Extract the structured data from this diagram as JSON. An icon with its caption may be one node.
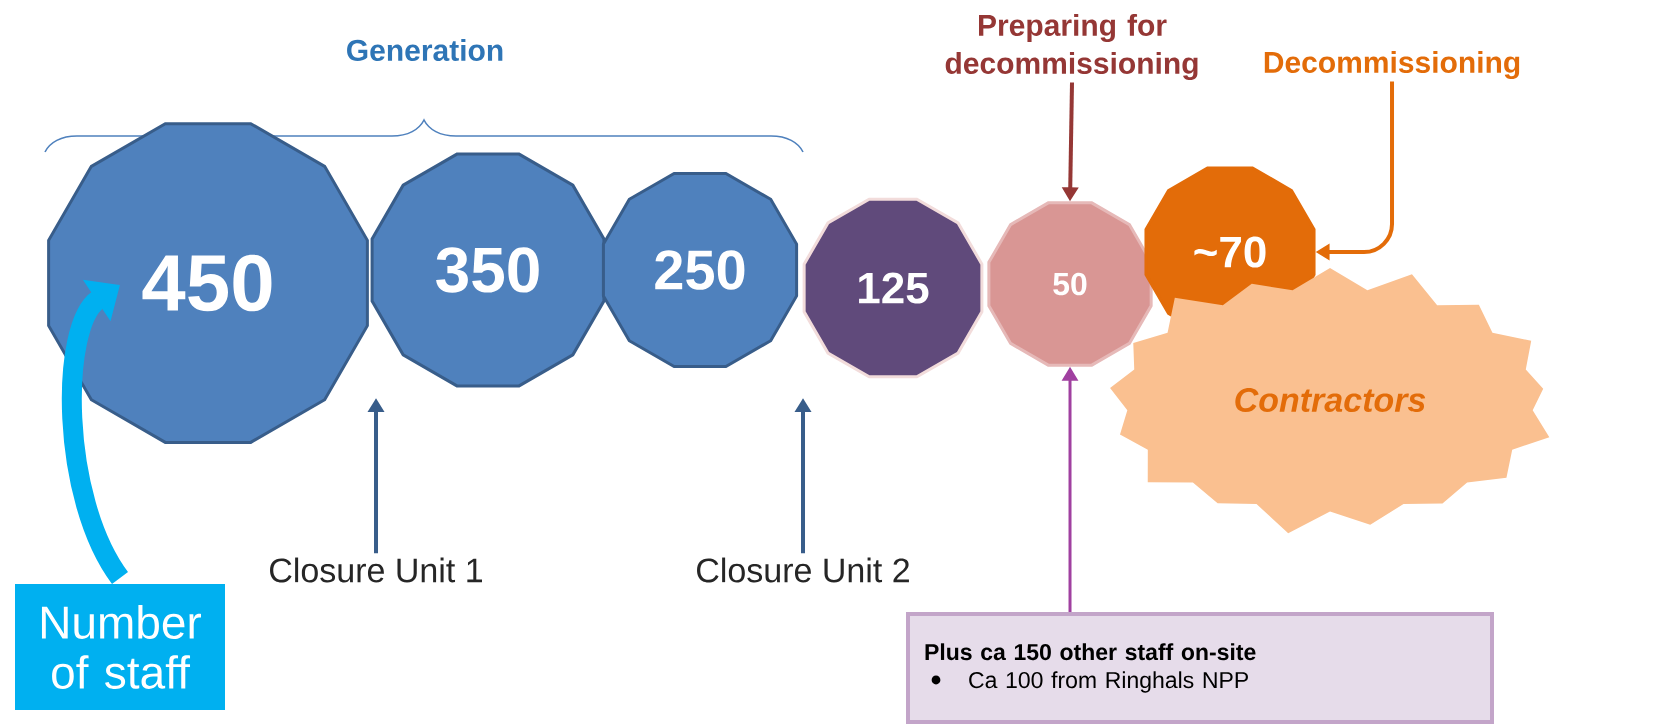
{
  "diagram": {
    "nodes": [
      {
        "text": [
          "450"
        ]
      },
      {
        "text": [
          "350"
        ]
      },
      {
        "text": [
          "250"
        ]
      },
      {
        "text": [
          "125"
        ]
      },
      {
        "text": [
          "50"
        ]
      },
      {
        "text": [
          "~70"
        ]
      },
      {
        "text": [
          "Contractors"
        ]
      },
      {
        "text": [
          "Number of staff"
        ]
      },
      {
        "text": [
          "Closure Unit 1"
        ]
      },
      {
        "text": [
          "Closure Unit 2"
        ]
      },
      {
        "text": [
          "Preparing for decommissioning"
        ]
      },
      {
        "text": [
          "Decommissioning"
        ]
      },
      {
        "text": [
          "Plus ca 150 other staff on-site",
          "Ca 100 from Ringhals NPP"
        ]
      }
    ],
    "edges": [
      {
        "from": 7,
        "to": 0,
        "arrow": "to",
        "style": "thick",
        "color": "#00b0f0"
      },
      {
        "from": 8,
        "to": null,
        "arrow": "to"
      },
      {
        "from": 9,
        "to": null,
        "arrow": "to"
      },
      {
        "from": 10,
        "to": 4,
        "arrow": "to",
        "color": "#953735"
      },
      {
        "from": 11,
        "to": 5,
        "arrow": "to",
        "color": "#e36c09"
      },
      {
        "from": 12,
        "to": 4,
        "arrow": "to",
        "color": "#a040a0"
      }
    ],
    "labels": [
      "Generation"
    ]
  }
}
